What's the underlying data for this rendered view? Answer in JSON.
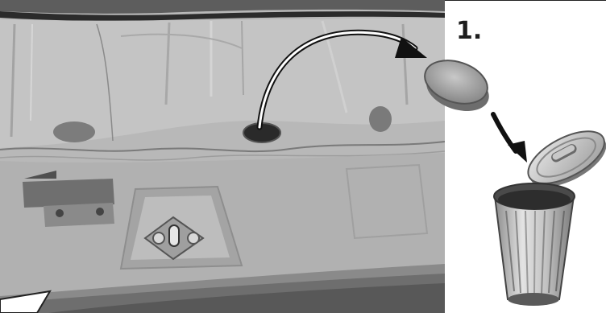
{
  "illustration": {
    "step_number": "1.",
    "icons": [
      "boot-floor-panel",
      "rubber-grommet-plug",
      "curved-arrow",
      "waste-bin-icon",
      "latch-striker",
      "warning-label-corner"
    ],
    "colors": {
      "panel_base": "#b5b5b5",
      "panel_shadow": "#8f8f8f",
      "panel_light": "#cfcfcf",
      "plug": "#9a9a9a",
      "hole": "#2a2a2a",
      "arrow": "#111111",
      "background": "#ffffff"
    }
  }
}
